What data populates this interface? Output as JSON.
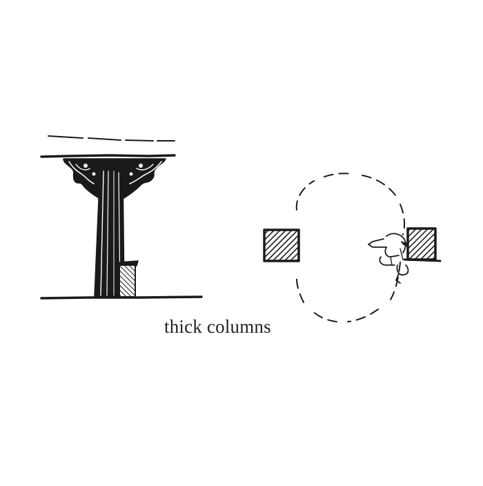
{
  "caption": "thick columns",
  "colors": {
    "ink": "#1a1a1a",
    "paper": "#ffffff",
    "caption_text": "#222222"
  },
  "figures": {
    "elevation": "column-elevation-sketch",
    "plan": "column-plan-sketch"
  }
}
